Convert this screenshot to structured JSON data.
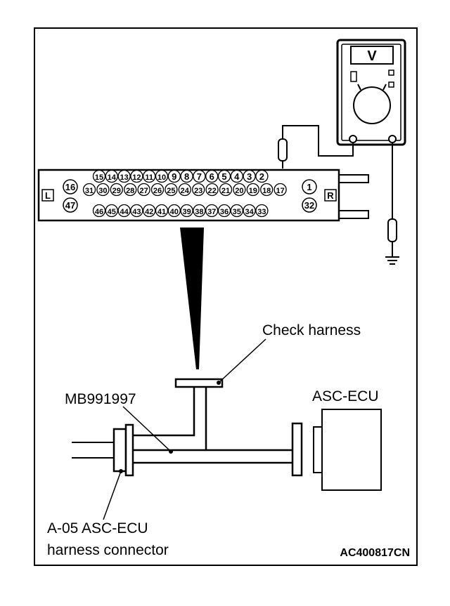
{
  "meter": {
    "symbol": "V"
  },
  "connector": {
    "row1": [
      "15",
      "14",
      "13",
      "12",
      "11",
      "10",
      "9",
      "8",
      "7",
      "6",
      "5",
      "4",
      "3",
      "2"
    ],
    "row2": [
      "31",
      "30",
      "29",
      "28",
      "27",
      "26",
      "25",
      "24",
      "23",
      "22",
      "21",
      "20",
      "19",
      "18",
      "17"
    ],
    "row3": [
      "46",
      "45",
      "44",
      "43",
      "42",
      "41",
      "40",
      "39",
      "38",
      "37",
      "36",
      "35",
      "34",
      "33"
    ],
    "left_top": "16",
    "left_bottom": "47",
    "right_top": "1",
    "right_bottom": "32",
    "left_marker": "L",
    "right_marker": "R"
  },
  "labels": {
    "check_harness": "Check harness",
    "adapter": "MB991997",
    "ecu": "ASC-ECU",
    "harness_connector_line1": "A-05 ASC-ECU",
    "harness_connector_line2": "harness connector",
    "figure_code": "AC400817CN"
  }
}
